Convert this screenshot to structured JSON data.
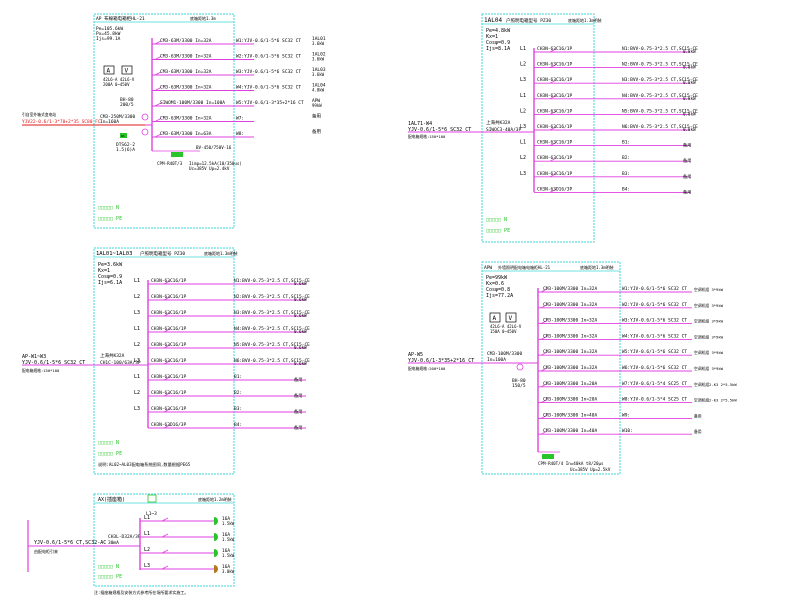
{
  "panels": {
    "ap": {
      "title": "AP 布線箱电箱柜HL-21",
      "title_right": "底箱距地1.3m",
      "params": [
        "Pe=105.6kW",
        "Px=45.8kW",
        "Ijs=99.1A"
      ],
      "meter_a": "A",
      "meter_v": "V",
      "meter_spec": [
        "42L6-A 42L6-V",
        "200A 0~450V"
      ],
      "incoming_label": "YJV22-0.6/1-3*70+2*35 SC80 FC",
      "incoming_top": "引自室外箱式变电站",
      "incoming_breaker": [
        "CM3-250M/3300",
        "In=160A"
      ],
      "meter_transformer": [
        "DTS62-2",
        "1.5(6)A"
      ],
      "meter_box": "Wh",
      "spd": [
        "CPM-R40T/3",
        "Iimp=12.5kA(10/350us)",
        "Uc=385V Up=2.4kV"
      ],
      "spd_wire": "BV-450/750V-16",
      "ct": [
        "BH-80",
        "200/5"
      ],
      "legend": [
        "□□□□□ N",
        "□□□□□ PE"
      ],
      "circuits": [
        {
          "breaker": "CM3-63M/3300 In=32A",
          "circuit": "W1:YJV-0.6/1-5*6 SC32 CT",
          "dest": "1AL01",
          "load": "3.6kW"
        },
        {
          "breaker": "CM3-63M/3300 In=32A",
          "circuit": "W2:YJV-0.6/1-5*6 SC32 CT",
          "dest": "1AL02",
          "load": "3.6kW"
        },
        {
          "breaker": "CM3-63M/3300 In=32A",
          "circuit": "W3:YJV-0.6/1-5*6 SC32 CT",
          "dest": "1AL03",
          "load": "3.6kW"
        },
        {
          "breaker": "CM3-63M/3300 In=32A",
          "circuit": "W4:YJV-0.6/1-5*6 SC32 CT",
          "dest": "1AL04",
          "load": "4.8kW"
        },
        {
          "breaker": "SIWOM1-100M/3300 In=100A",
          "circuit": "W5:YJV-0.6/1-3*35+2*16 CT",
          "dest": "APW",
          "load": "99kW"
        },
        {
          "breaker": "CM3-63M/3300 In=32A",
          "circuit": "W7:",
          "dest": "备用",
          "load": ""
        },
        {
          "breaker": "CM3-63M/3300 In=63A",
          "circuit": "W8:",
          "dest": "备用",
          "load": ""
        }
      ]
    },
    "al04": {
      "title": "1AL04",
      "title_mid": "户照明电箱型号 PZ30",
      "title_right": "底箱距地1.3m明装",
      "params": [
        "Pe=4.8kW",
        "Kx=1",
        "Cosφ=0.9",
        "Ijs=8.1A"
      ],
      "incoming": [
        "1AL71-W4",
        "YJV-0.6/1-5*6 SC32 CT"
      ],
      "incoming_sub": "配电箱规格:150*100",
      "main_breaker": [
        "上海共K32A",
        "SIWOC3-40A/3P"
      ],
      "circuits": [
        {
          "phase": "L1",
          "breaker": "CH3N-63C16/1P",
          "circuit": "N1:BVV-0.75-3*2.5 CT,SC15-CE",
          "load": "0.8kW"
        },
        {
          "phase": "L2",
          "breaker": "CH3N-63C16/1P",
          "circuit": "N2:BVV-0.75-3*2.5 CT,SC15-CE",
          "load": "0.8kW"
        },
        {
          "phase": "L3",
          "breaker": "CH3N-63C16/1P",
          "circuit": "N3:BVV-0.75-3*2.5 CT,SC15-CE",
          "load": "0.8kW"
        },
        {
          "phase": "L1",
          "breaker": "CH3N-63C16/1P",
          "circuit": "N4:BVV-0.75-3*2.5 CT,SC15-CE",
          "load": "0.8kW"
        },
        {
          "phase": "L2",
          "breaker": "CH3N-63C16/1P",
          "circuit": "N5:BVV-0.75-3*2.5 CT,SC15-CE",
          "load": "0.8kW"
        },
        {
          "phase": "L3",
          "breaker": "CH3N-63C16/1P",
          "circuit": "N6:BVV-0.75-3*2.5 CT,SC15-CE",
          "load": "0.8kW"
        },
        {
          "phase": "L1",
          "breaker": "CH3N-63C16/1P",
          "circuit": "B1:",
          "load": "备用"
        },
        {
          "phase": "L2",
          "breaker": "CH3N-63C16/1P",
          "circuit": "B2:",
          "load": "备用"
        },
        {
          "phase": "L3",
          "breaker": "CH3N-63C16/1P",
          "circuit": "B3:",
          "load": "备用"
        },
        {
          "phase": "",
          "breaker": "CH3N-63D16/3P",
          "circuit": "B4:",
          "load": "备用"
        }
      ],
      "legend": [
        "□□□□□ N",
        "□□□□□ PE"
      ]
    },
    "al01": {
      "title": "1AL01~1AL03",
      "title_mid": "户照明电箱型号 PZ30",
      "title_right": "底箱距地1.3m明装",
      "params": [
        "Pe=3.6kW",
        "Kx=1",
        "Cosφ=0.9",
        "Ijs=6.1A"
      ],
      "incoming": [
        "AP-W1~W3",
        "YJV-0.6/1-5*6 SC32 CT"
      ],
      "incoming_sub": "配电箱规格:150*100",
      "main_breaker": [
        "上海共K32A",
        "CH1C-100/63A/3P"
      ],
      "circuits": [
        {
          "phase": "L1",
          "breaker": "CH3N-63C16/1P",
          "circuit": "N1:BVV-0.75-3*2.5 CT,SC15-CE",
          "load": "0.6kW"
        },
        {
          "phase": "L2",
          "breaker": "CH3N-63C16/1P",
          "circuit": "N2:BVV-0.75-3*2.5 CT,SC15-CE",
          "load": "0.6kW"
        },
        {
          "phase": "L3",
          "breaker": "CH3N-63C16/1P",
          "circuit": "N3:BVV-0.75-3*2.5 CT,SC15-CE",
          "load": "0.6kW"
        },
        {
          "phase": "L1",
          "breaker": "CH3N-63C16/1P",
          "circuit": "N4:BVV-0.75-3*2.5 CT,SC15-CE",
          "load": "0.6kW"
        },
        {
          "phase": "L2",
          "breaker": "CH3N-63C16/1P",
          "circuit": "N5:BVV-0.75-3*2.5 CT,SC15-CE",
          "load": "0.6kW"
        },
        {
          "phase": "L3",
          "breaker": "CH3N-63C16/1P",
          "circuit": "N6:BVV-0.75-3*2.5 CT,SC15-CE",
          "load": "0.6kW"
        },
        {
          "phase": "L1",
          "breaker": "CH3N-63C16/1P",
          "circuit": "B1:",
          "load": "备用"
        },
        {
          "phase": "L2",
          "breaker": "CH3N-63C16/1P",
          "circuit": "B2:",
          "load": "备用"
        },
        {
          "phase": "L3",
          "breaker": "CH3N-63C16/1P",
          "circuit": "B3:",
          "load": "备用"
        },
        {
          "phase": "",
          "breaker": "CH3N-63D16/3P",
          "circuit": "B4:",
          "load": "备用"
        }
      ],
      "legend": [
        "□□□□□ N",
        "□□□□□ PE"
      ],
      "note": "说明:AL02~AL03配电箱系统图同,数量根据PE65"
    },
    "apw": {
      "title": "APW",
      "title_mid": "外墙照明配电箱电箱柜HL-21",
      "title_right": "底箱距地1.3m明装",
      "params": [
        "Pe=99kW",
        "Kx=0.6",
        "Cosφ=0.8",
        "Ijs=77.2A"
      ],
      "meter_a": "A",
      "meter_v": "V",
      "meter_spec": [
        "42L6-A 42L6-V",
        "150A 0~450V"
      ],
      "incoming": [
        "AP-W5",
        "YJV-0.6/1-3*35+2*16 CT"
      ],
      "incoming_sub": "配电箱规格:200*100",
      "main_breaker": [
        "CM3-100M/3300",
        "In=100A"
      ],
      "ct": [
        "BH-80",
        "150/5"
      ],
      "spd": [
        "CPM-R40T/4  In=40kA t8/20μs",
        "Uc=385V Up=2.5kV"
      ],
      "circuits": [
        {
          "breaker": "CM3-100M/3300 In=32A",
          "circuit": "W1:YJV-0.6/1-5*6 SC32 CT",
          "load": "空调机组 3*9kW"
        },
        {
          "breaker": "CM3-100M/3300 In=32A",
          "circuit": "W2:YJV-0.6/1-5*6 SC32 CT",
          "load": "空调机组 3*9kW"
        },
        {
          "breaker": "CM3-100M/3300 In=32A",
          "circuit": "W3:YJV-0.6/1-5*6 SC32 CT",
          "load": "空调机组 3*9kW"
        },
        {
          "breaker": "CM3-100M/3300 In=32A",
          "circuit": "W4:YJV-0.6/1-5*6 SC32 CT",
          "load": "空调机组 3*9kW"
        },
        {
          "breaker": "CM3-100M/3300 In=32A",
          "circuit": "W5:YJV-0.6/1-5*6 SC32 CT",
          "load": "空调机组 3*9kW"
        },
        {
          "breaker": "CM3-100M/3300 In=32A",
          "circuit": "W6:YJV-0.6/1-5*6 SC32 CT",
          "load": "空调机组 3*9kW"
        },
        {
          "breaker": "CM3-100M/3300 In=20A",
          "circuit": "W7:YJV-0.6/1-5*4 SC25 CT",
          "load": "空调机组2-K3 2*5.5kW"
        },
        {
          "breaker": "CM3-100M/3300 In=20A",
          "circuit": "W8:YJV-0.6/1-5*4 SC25 CT",
          "load": "空调机组2-K3 2*5.5kW"
        },
        {
          "breaker": "CM3-100M/3300 In=40A",
          "circuit": "W9:",
          "load": "备用"
        },
        {
          "breaker": "CM3-100M/3300 In=40A",
          "circuit": "W10:",
          "load": "备用"
        }
      ]
    },
    "ax": {
      "title": "AX(插座箱)",
      "title_right": "底箱距地1.2m明装",
      "incoming": "YJV-0.6/1-5*6 CT,SC32-AC",
      "incoming_sub": "由配电柜引来",
      "main_breaker": [
        "CH3L-D32A/3P",
        "30mA"
      ],
      "bus": "L1~3",
      "circuits": [
        {
          "phase": "L1",
          "socket": "16A",
          "spec": "1.5kW"
        },
        {
          "phase": "L1",
          "socket": "16A",
          "spec": "1.5kW"
        },
        {
          "phase": "L2",
          "socket": "16A",
          "spec": "1.5kW"
        },
        {
          "phase": "L3",
          "socket": "16A",
          "spec": "3.0kW"
        }
      ],
      "legend": [
        "□□□□□ N",
        "□□□□□ PE"
      ],
      "note": "注:插座箱规格及安装方式参考所在场所要求实施工。"
    }
  },
  "colors": {
    "frame": "#3fd6d6",
    "wire": "#e040e0",
    "incoming": "#e01818",
    "ground": "#29c429",
    "text": "#000000"
  }
}
